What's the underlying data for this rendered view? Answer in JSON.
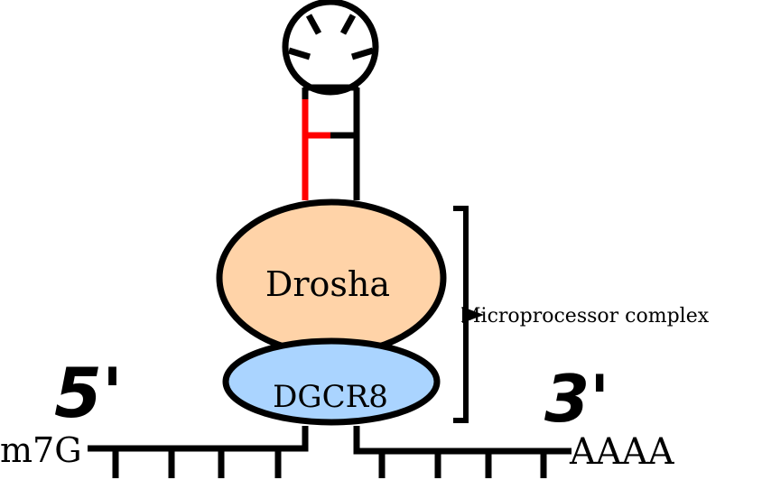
{
  "labels": {
    "drosha": "Drosha",
    "dgcr8": "DGCR8",
    "complex": "Microprocessor complex",
    "five_prime": "5'",
    "three_prime": "3'",
    "cap": "m7G",
    "polya": "AAAA"
  },
  "colors": {
    "drosha_fill": "#ffd3a8",
    "dgcr8_fill": "#aad4ff",
    "cleavage_strand": "#ff0000",
    "stroke": "#000000"
  }
}
